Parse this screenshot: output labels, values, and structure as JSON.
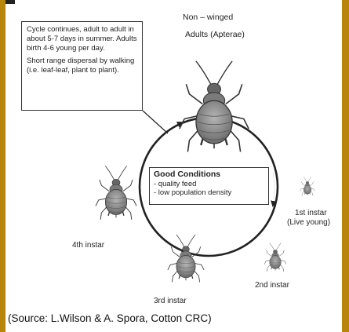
{
  "labels": {
    "non_winged": "Non – winged",
    "adults": "Adults (Apterae)",
    "instar_1": "1st instar",
    "instar_1_sub": "(Live young)",
    "instar_2": "2nd instar",
    "instar_3": "3rd instar",
    "instar_4": "4th instar"
  },
  "note": {
    "para1": "Cycle continues, adult to adult in about 5-7 days in summer. Adults birth 4-6 young per day.",
    "para2": "Short range dispersal by walking (i.e. leaf-leaf, plant to plant)."
  },
  "conditions": {
    "title": "Good Conditions",
    "item1": "- quality feed",
    "item2": "- low population density"
  },
  "source": "(Source: L.Wilson & A. Spora, Cotton CRC)",
  "colors": {
    "frame": "#b8860b",
    "ink": "#222222",
    "aphid_body": "#8a8a8a",
    "aphid_dark": "#555555"
  },
  "icons": [
    "aphid-adult-icon",
    "aphid-4th-instar-icon",
    "aphid-3rd-instar-icon",
    "aphid-2nd-instar-icon",
    "aphid-1st-instar-icon"
  ]
}
